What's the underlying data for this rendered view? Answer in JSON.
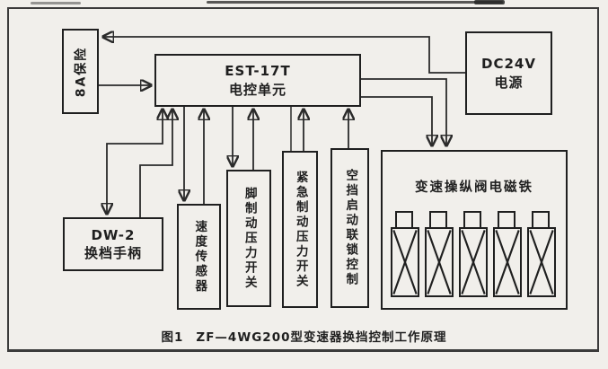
{
  "figure": {
    "caption_label": "图1",
    "caption_text": "ZF—4WG200型变速器换挡控制工作原理"
  },
  "blocks": {
    "fuse": {
      "label": "8A保险"
    },
    "ecu": {
      "line1": "EST-17T",
      "line2": "电控单元"
    },
    "power": {
      "line1": "DC24V",
      "line2": "电源"
    },
    "shift_handle": {
      "line1": "DW-2",
      "line2": "换档手柄"
    },
    "speed_sensor": {
      "label": "速度传感器"
    },
    "foot_brake_switch": {
      "label": "脚制动压力开关"
    },
    "emergency_brake_switch": {
      "label": "紧急制动压力开关"
    },
    "neutral_start_interlock": {
      "label": "空挡启动联锁控制"
    },
    "solenoid_valves": {
      "title": "变速操纵阀电磁铁",
      "solenoid_count": 5
    }
  },
  "colors": {
    "ink": "#1f1f1f",
    "wire": "#2a2a2a",
    "background": "#f1efeb"
  }
}
